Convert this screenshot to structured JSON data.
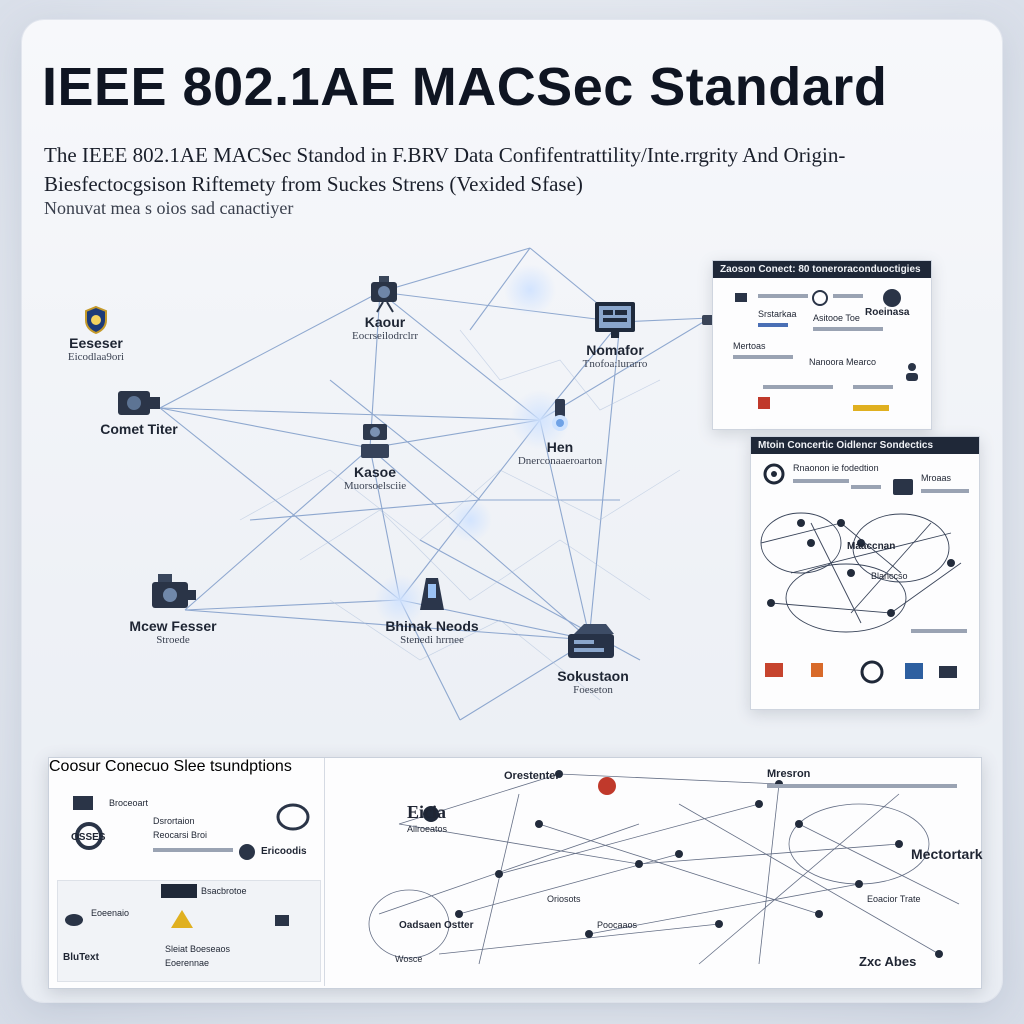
{
  "header": {
    "title": "IEEE 802.1AE MACSec Standard",
    "subtitle_line1": "The IEEE 802.1AE  MACSec Standod in F.BRV Data Confifentrattility/Inte.rrgrity And Origin-",
    "subtitle_line2": "Biesfectocgsison Riftemety from Suckes Strens (Vexided Sfase)",
    "subtitle_line3": "Nonuvat mea s oios sad canactiyer"
  },
  "nodes": [
    {
      "id": "kapur",
      "label": "Kaour",
      "sub": "Eocrseilodrclrr",
      "icon": "camera-icon"
    },
    {
      "id": "eeser",
      "label": "Eeseser",
      "sub": "Eicodlaa9ori",
      "icon": "shield-icon"
    },
    {
      "id": "corner",
      "label": "Comet Titer",
      "sub": "",
      "icon": "camera-icon"
    },
    {
      "id": "nomafor",
      "label": "Nomafor",
      "sub": "Tnofoa:lurarro",
      "icon": "monitor-icon"
    },
    {
      "id": "kasore",
      "label": "Kasoe",
      "sub": "Muorsoelsciie",
      "icon": "camera-icon"
    },
    {
      "id": "hen",
      "label": "Hen",
      "sub": "Dnerconaaeroarton",
      "icon": "lamp-icon"
    },
    {
      "id": "mcewfesser",
      "label": "Mcew Fesser",
      "sub": "Stroede",
      "icon": "camera-icon"
    },
    {
      "id": "bhinak",
      "label": "Bhinak Neods",
      "sub": "Stenedi hrrnee",
      "icon": "router-icon"
    },
    {
      "id": "sokustaon",
      "label": "Sokustaon",
      "sub": "Foeseton",
      "icon": "server-icon"
    }
  ],
  "panel_top": {
    "header": "Zaoson Conect: 80 toneroraconduoctigies",
    "texts": [
      "Roeinasa",
      "Asitooe Toe",
      "Srstarkaa",
      "Mertoas",
      "Nanoora Mearco"
    ]
  },
  "panel_mid": {
    "header": "Mtoin Concertic Oidlencr Sondectics",
    "texts": [
      "Rnaonon ie fodedtion",
      "Mroaas",
      "Maaccnan",
      "Blanccso"
    ]
  },
  "panel_bottom_left": {
    "header": "Coosur Conecuo Slee tsundptions",
    "texts": [
      "Broceoart",
      "Dsrortaion",
      "Reocarsi Broi",
      "Ericoodis",
      "Bsacbrotoe",
      "Eoeenaio",
      "BluText",
      "Sleiat Boeseaos",
      "Eoerennae",
      "OSSES"
    ]
  },
  "panel_bottom_right": {
    "texts": [
      "Orestenter",
      "Eicia",
      "Ailroeatos",
      "Mresron",
      "Mectortark",
      "Eoacior Trate",
      "Oriosots",
      "Oadsaen Ostter",
      "Poocaaos",
      "Wosce",
      "Zxc Abes"
    ]
  }
}
